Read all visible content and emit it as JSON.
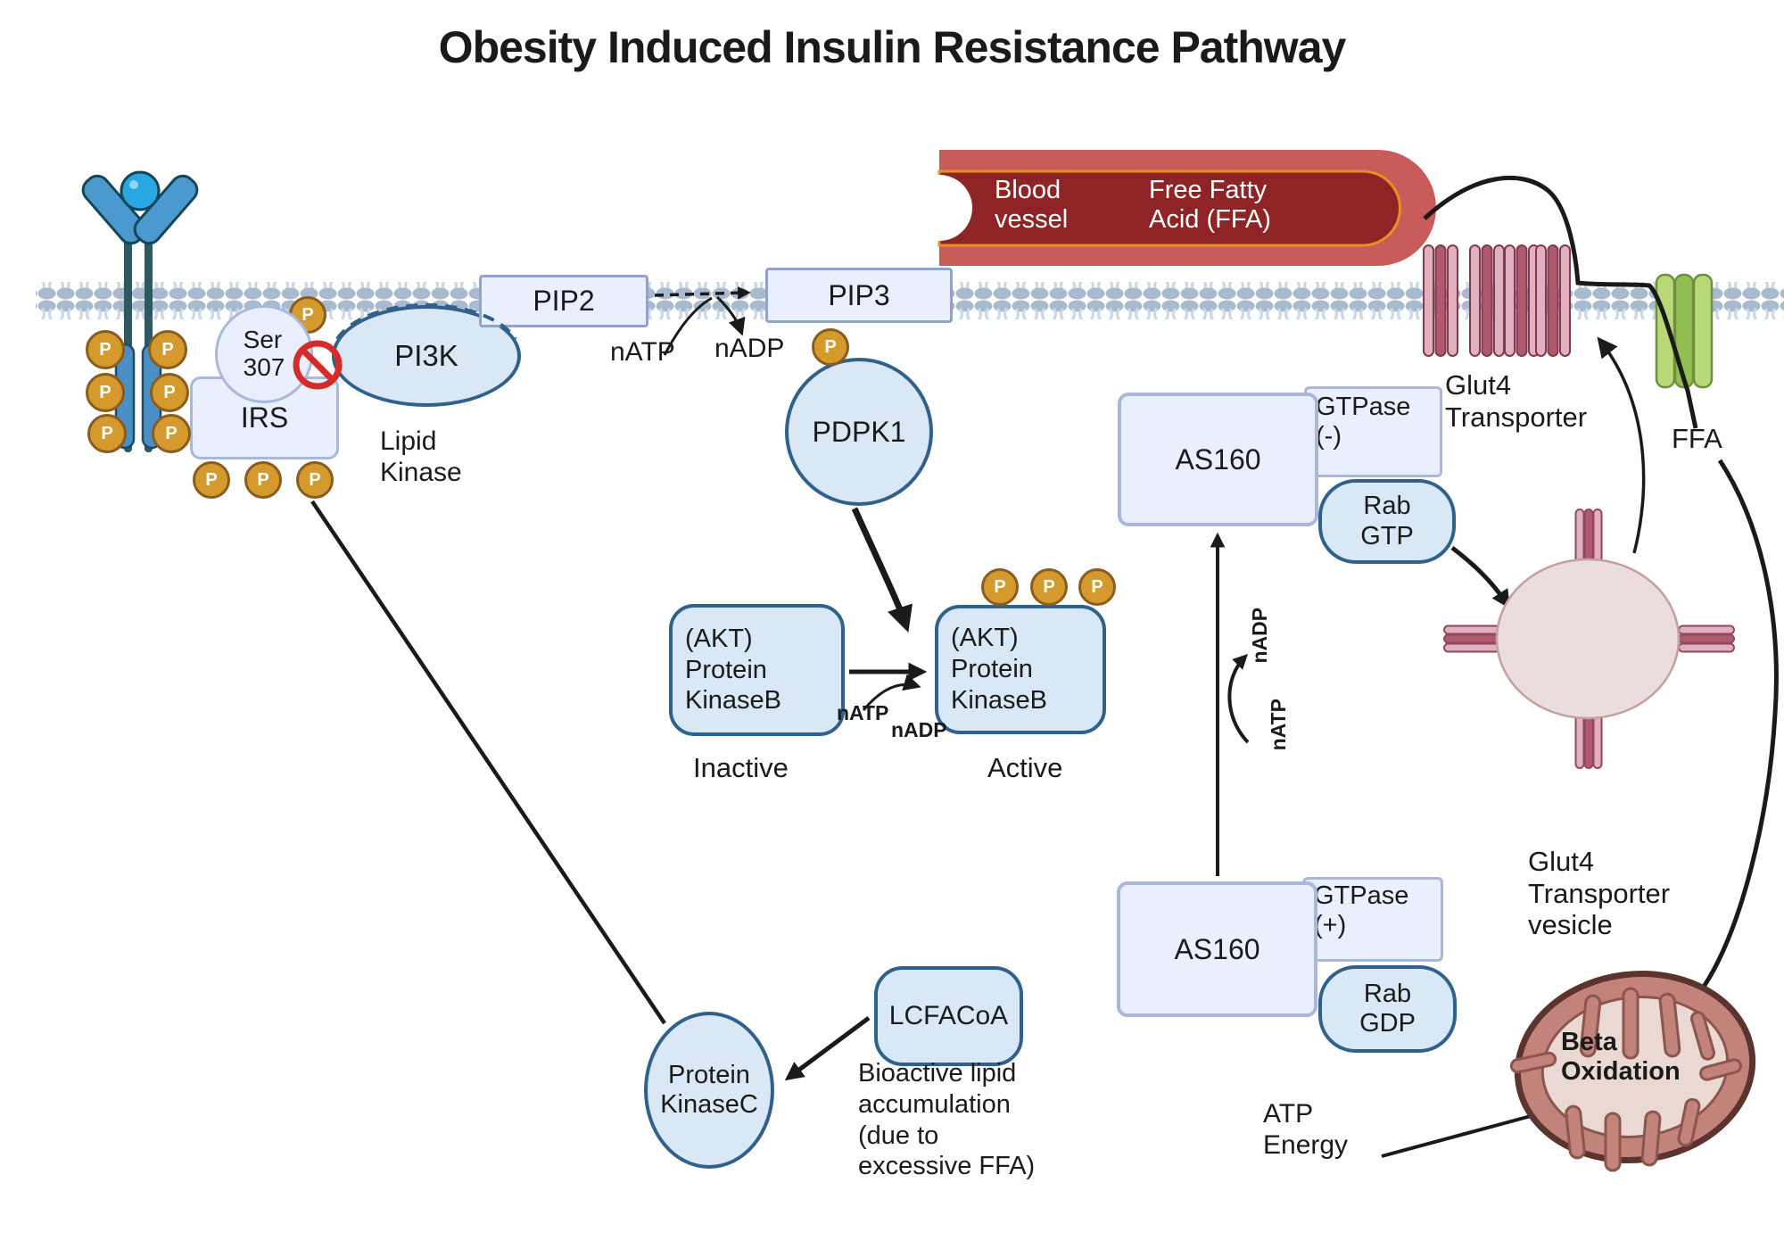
{
  "title": "Obesity Induced Insulin Resistance Pathway",
  "colors": {
    "accent_blue": "#30618c",
    "light_box_fill": "#e9effc",
    "light_box_border": "#a9b8da",
    "blue_box_fill": "#d8e8f6",
    "phosphate_gold": "#d49a2e",
    "prohibition_red": "#d62b2b",
    "vessel_outer": "#c95b5b",
    "vessel_inner": "#8e2426",
    "vessel_trim_orange": "#e89020",
    "membrane_head": "#a9bacf",
    "membrane_tail": "#c9d9ea",
    "glut4_bar_light": "#e2afbe",
    "glut4_bar_dark": "#b2586f",
    "ffa_channel_green": "#b9d877",
    "vesicle_fill": "#ebdddd",
    "mito_outer": "#c1837a",
    "mito_inner": "#ead9d2"
  },
  "nodes": {
    "phosphate": "P",
    "ser307": "Ser\n307",
    "irs": "IRS",
    "pi3k": "PI3K",
    "lipid_kinase": "Lipid\nKinase",
    "pip2": "PIP2",
    "pip3": "PIP3",
    "natp": "nATP",
    "nadp": "nADP",
    "blood_vessel": "Blood\nvessel",
    "free_fatty_acid": "Free Fatty\nAcid (FFA)",
    "pdpk1": "PDPK1",
    "akt": "(AKT)\nProtein\nKinaseB",
    "inactive": "Inactive",
    "active": "Active",
    "as160": "AS160",
    "gtpase_neg": "GTPase\n(-)",
    "gtpase_pos": "GTPase\n(+)",
    "rab_gtp": "Rab\nGTP",
    "rab_gdp": "Rab\nGDP",
    "glut4_transporter": "Glut4\nTransporter",
    "ffa": "FFA",
    "glut4_vesicle": "Glut4\nTransporter\nvesicle",
    "protein_kinase_c": "Protein\nKinaseC",
    "lcfacoa": "LCFACoA",
    "bioactive_lipid": "Bioactive lipid\naccumulation\n(due to\nexcessive FFA)",
    "atp_energy": "ATP\nEnergy",
    "beta_oxidation": "Beta\nOxidation"
  }
}
